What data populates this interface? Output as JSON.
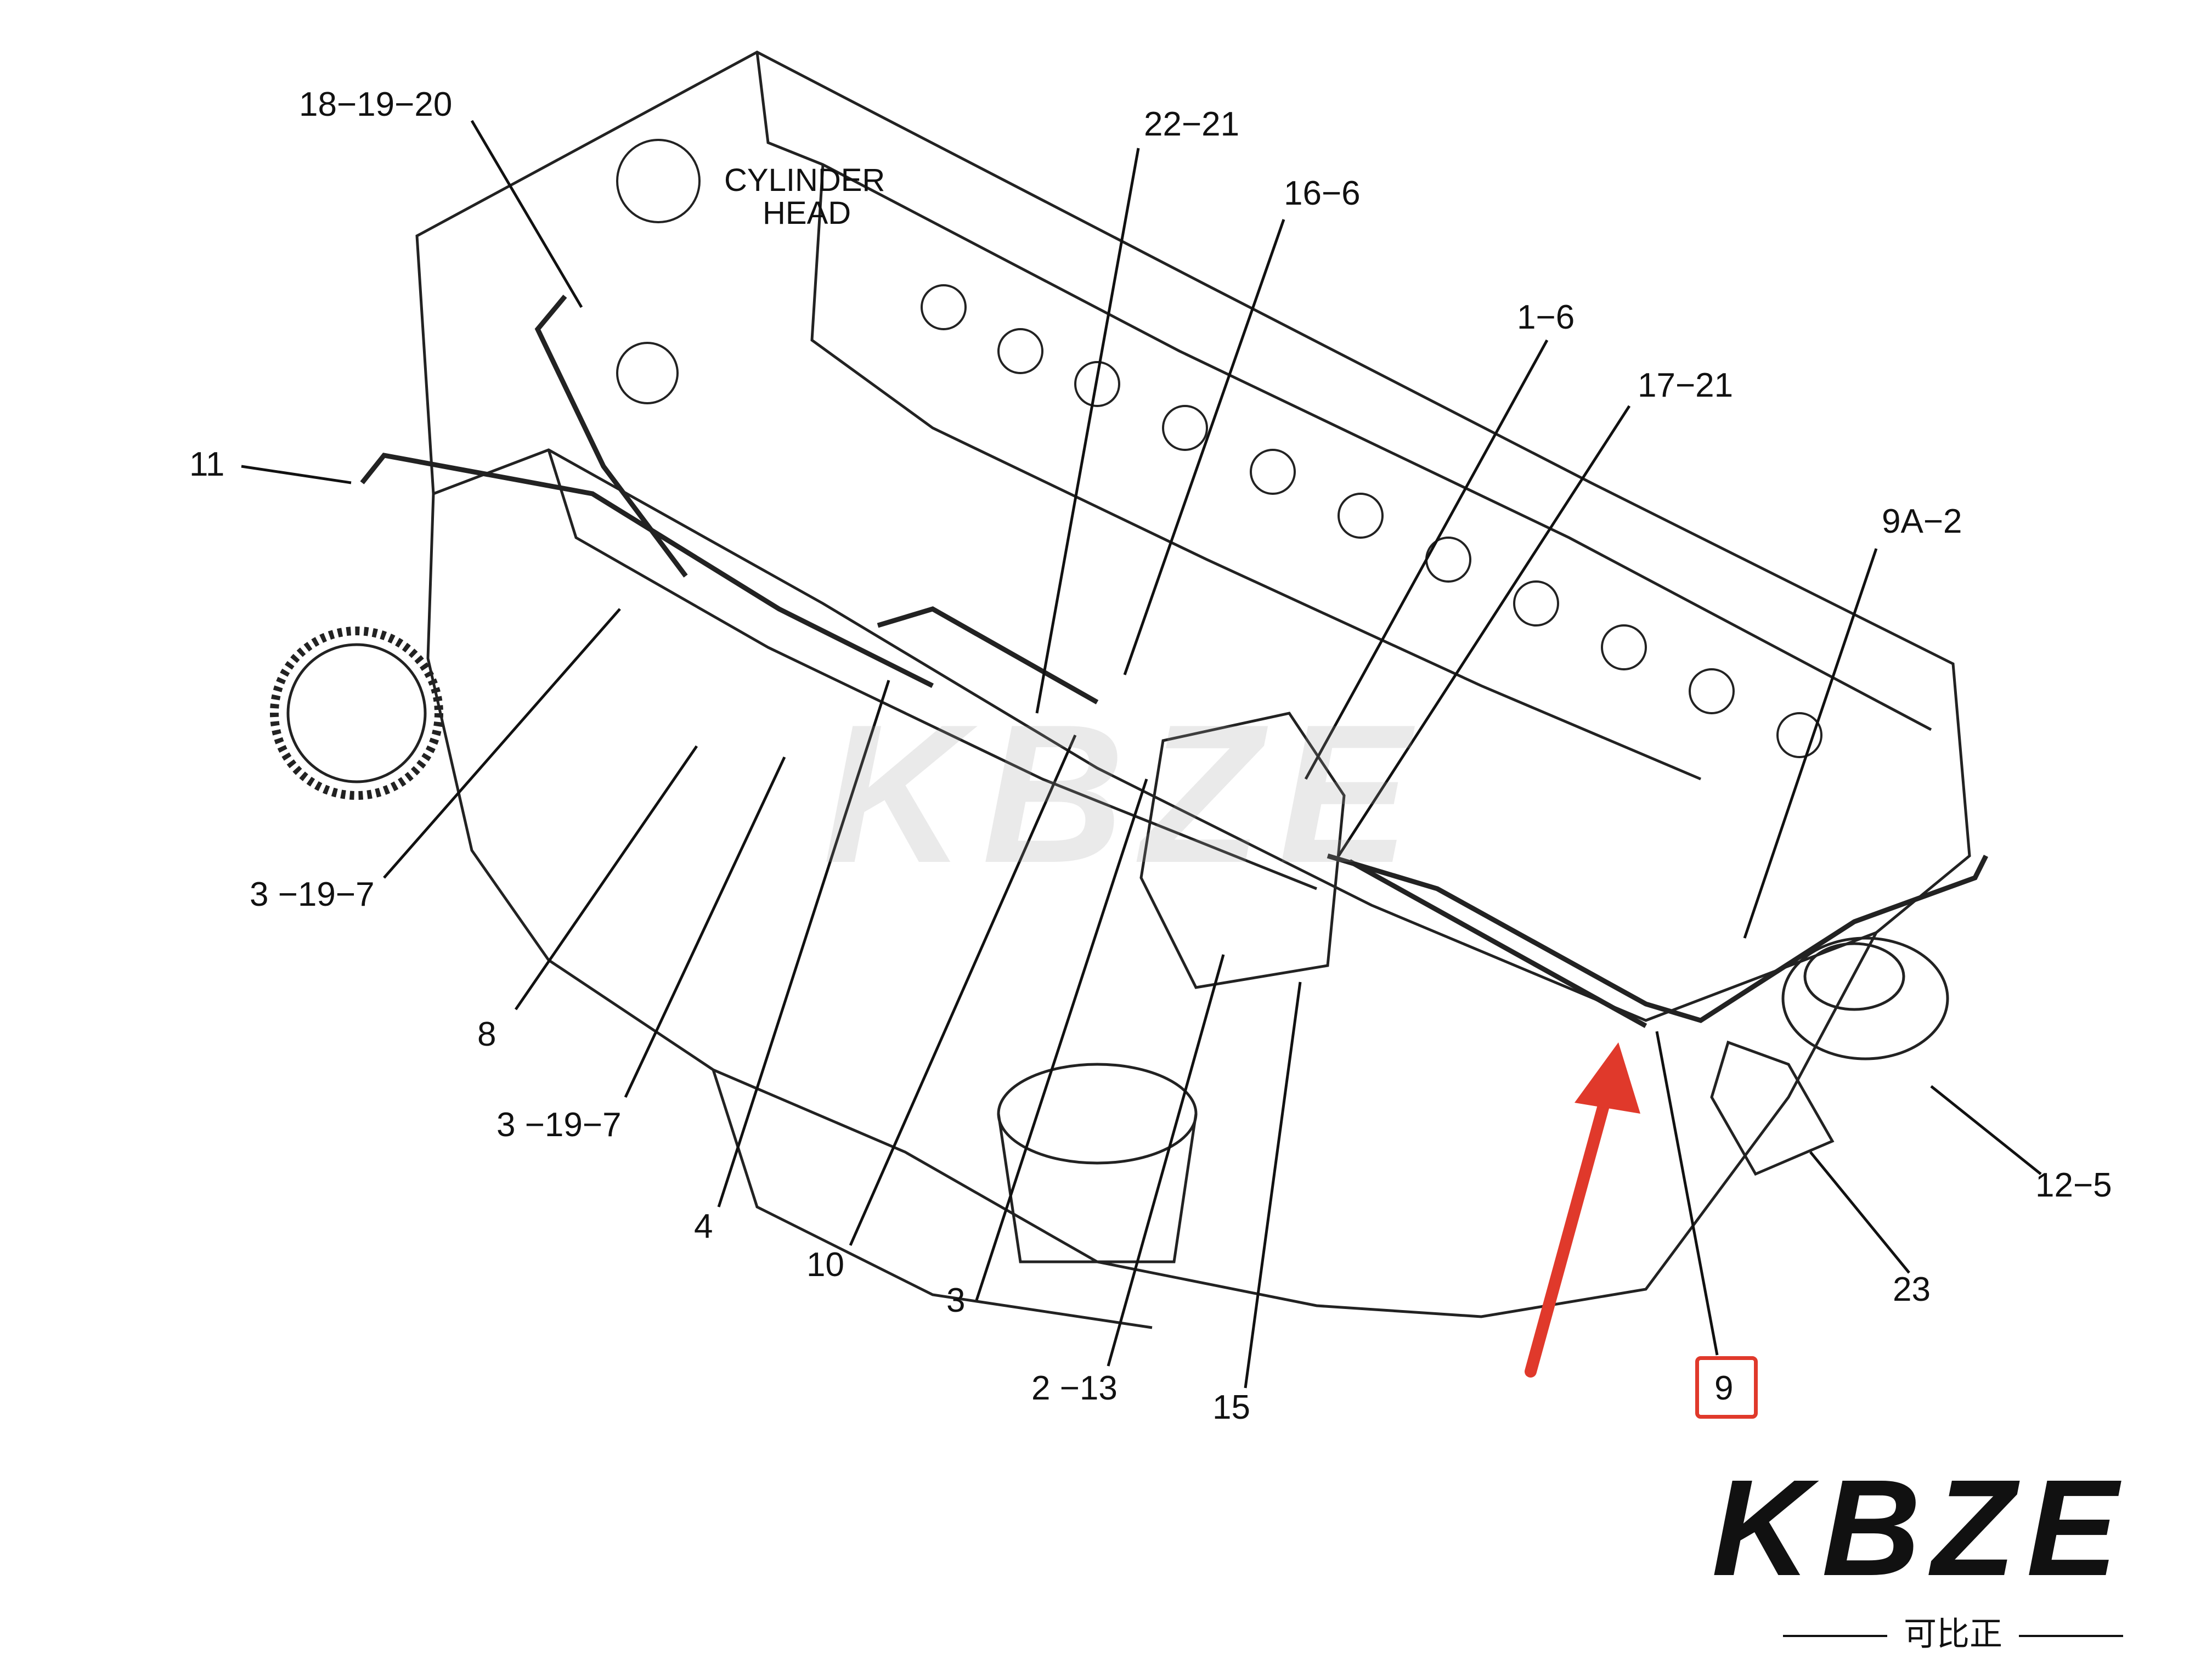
{
  "callouts": [
    {
      "id": "c1",
      "text": "18−19−20"
    },
    {
      "id": "c2",
      "text": "22−21"
    },
    {
      "id": "c3",
      "text": "16−6"
    },
    {
      "id": "c4",
      "text": "1−6"
    },
    {
      "id": "c5",
      "text": "17−21"
    },
    {
      "id": "c6",
      "text": "11"
    },
    {
      "id": "c7",
      "text": "9A−2"
    },
    {
      "id": "c8",
      "text": "3 −19−7"
    },
    {
      "id": "c9",
      "text": "8"
    },
    {
      "id": "c10",
      "text": "3 −19−7"
    },
    {
      "id": "c11",
      "text": "4"
    },
    {
      "id": "c12",
      "text": "10"
    },
    {
      "id": "c13",
      "text": "3"
    },
    {
      "id": "c14",
      "text": "2 −13"
    },
    {
      "id": "c15",
      "text": "15"
    },
    {
      "id": "c16",
      "text": "9"
    },
    {
      "id": "c17",
      "text": "12−5"
    },
    {
      "id": "c18",
      "text": "23"
    }
  ],
  "head_label": {
    "line1": "CYLINDER",
    "line2": "HEAD"
  },
  "brand": {
    "name": "KBZE",
    "sub": "可比正"
  },
  "colors": {
    "highlight": "#e0392b",
    "ink": "#111111"
  }
}
